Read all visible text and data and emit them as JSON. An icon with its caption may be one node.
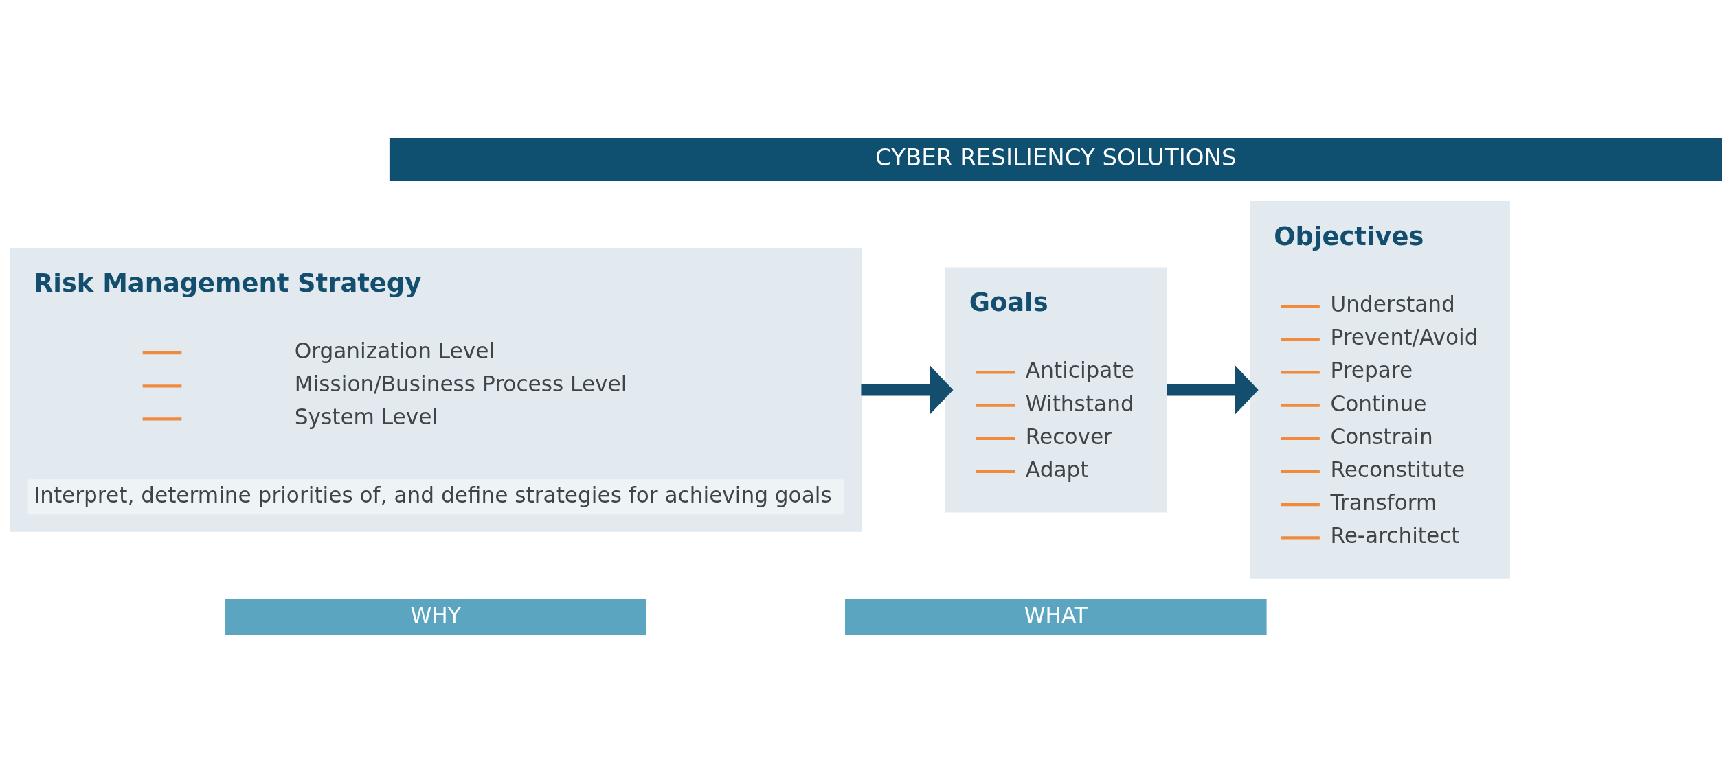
{
  "diagram": {
    "nodes": [
      {
        "text": [
          "CYBER RESILIENCY SOLUTIONS"
        ]
      },
      {
        "text": [
          "Risk Management Strategy",
          "Organization Level",
          "Mission/Business Process Level",
          "System Level",
          "Interpret, determine priorities of, and define strategies for achieving goals"
        ]
      },
      {
        "text": [
          "Goals",
          "Anticipate",
          "Withstand",
          "Recover",
          "Adapt"
        ]
      },
      {
        "text": [
          "Objectives",
          "Understand",
          "Prevent/Avoid",
          "Prepare",
          "Continue",
          "Constrain",
          "Reconstitute",
          "Transform",
          "Re-architect"
        ]
      },
      {
        "text": [
          "WHY"
        ]
      },
      {
        "text": [
          "WHAT"
        ]
      }
    ],
    "edges": [
      {
        "from": 1,
        "to": 2,
        "arrow": "to"
      },
      {
        "from": 2,
        "to": 3,
        "arrow": "to"
      }
    ]
  }
}
